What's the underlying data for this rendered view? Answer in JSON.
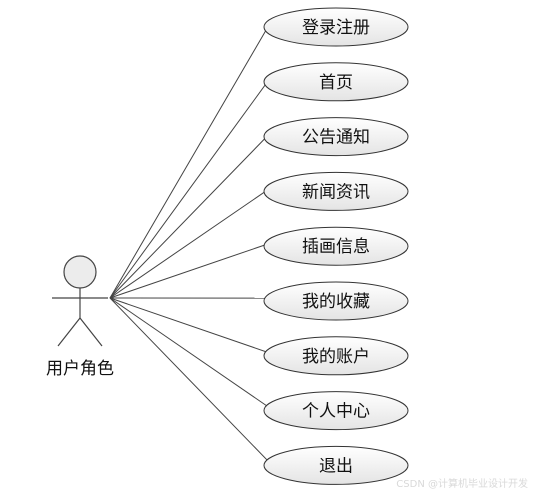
{
  "actor": {
    "label": "用户角色"
  },
  "use_cases": [
    {
      "label": "登录注册"
    },
    {
      "label": "首页"
    },
    {
      "label": "公告通知"
    },
    {
      "label": "新闻资讯"
    },
    {
      "label": "插画信息"
    },
    {
      "label": "我的收藏"
    },
    {
      "label": "我的账户"
    },
    {
      "label": "个人中心"
    },
    {
      "label": "退出"
    }
  ],
  "watermark": "CSDN @计算机毕业设计开发",
  "colors": {
    "ellipse_fill_top": "#ffffff",
    "ellipse_fill_bottom": "#e4e4e4",
    "stroke": "#333333"
  }
}
